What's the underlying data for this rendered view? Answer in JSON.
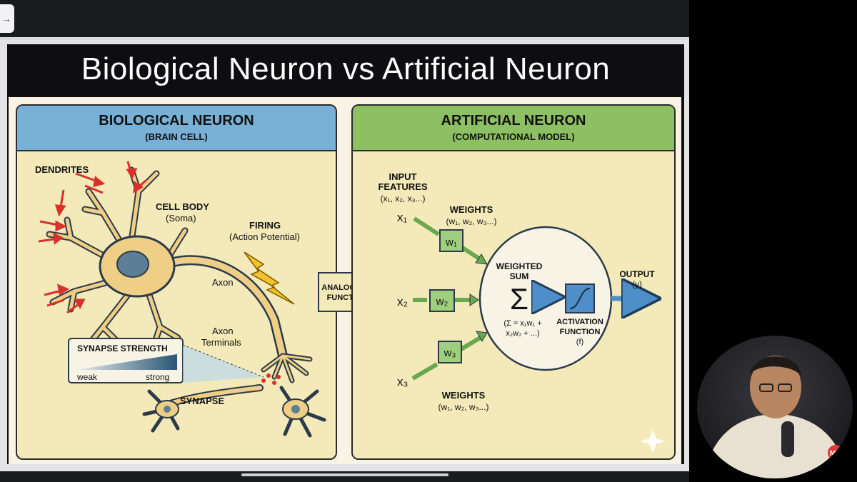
{
  "slide": {
    "title": "Biological Neuron vs Artificial Neuron"
  },
  "biological": {
    "heading": "BIOLOGICAL NEURON",
    "subheading": "(BRAIN CELL)",
    "dendrites": "DENDRITES",
    "cell_body": "CELL BODY",
    "soma": "(Soma)",
    "firing": "FIRING",
    "action_potential": "(Action Potential)",
    "axon": "Axon",
    "axon_terminals_1": "Axon",
    "axon_terminals_2": "Terminals",
    "synapse_strength": "SYNAPSE STRENGTH",
    "weak": "weak",
    "strong": "strong",
    "synapse": "SYNAPSE"
  },
  "bridge": {
    "line1": "ANALOGOUS",
    "line2": "FUNCTION"
  },
  "artificial": {
    "heading": "ARTIFICIAL NEURON",
    "subheading": "(COMPUTATIONAL MODEL)",
    "input_1": "INPUT",
    "input_2": "FEATURES",
    "input_3": "(x₁, x₂, x₃...)",
    "x1": "x₁",
    "x2": "x₂",
    "x3": "x₃",
    "weights_top_1": "WEIGHTS",
    "weights_top_2": "(w₁, w₂, w₃...)",
    "w1": "w₁",
    "w2": "w₂",
    "w3": "w₃",
    "weights_bottom_1": "WEIGHTS",
    "weights_bottom_2": "(w₁, w₂, w₃...)",
    "weighted_sum_1": "WEIGHTED",
    "weighted_sum_2": "SUM",
    "sigma": "Σ",
    "formula_1": "(Σ = x₁w₁ +",
    "formula_2": "x₂w₂ + ...)",
    "activation_1": "ACTIVATION",
    "activation_2": "FUNCTION",
    "activation_3": "(f)",
    "output_1": "OUTPUT",
    "output_2": "(y)"
  },
  "overlay": {
    "logo": "MG"
  }
}
